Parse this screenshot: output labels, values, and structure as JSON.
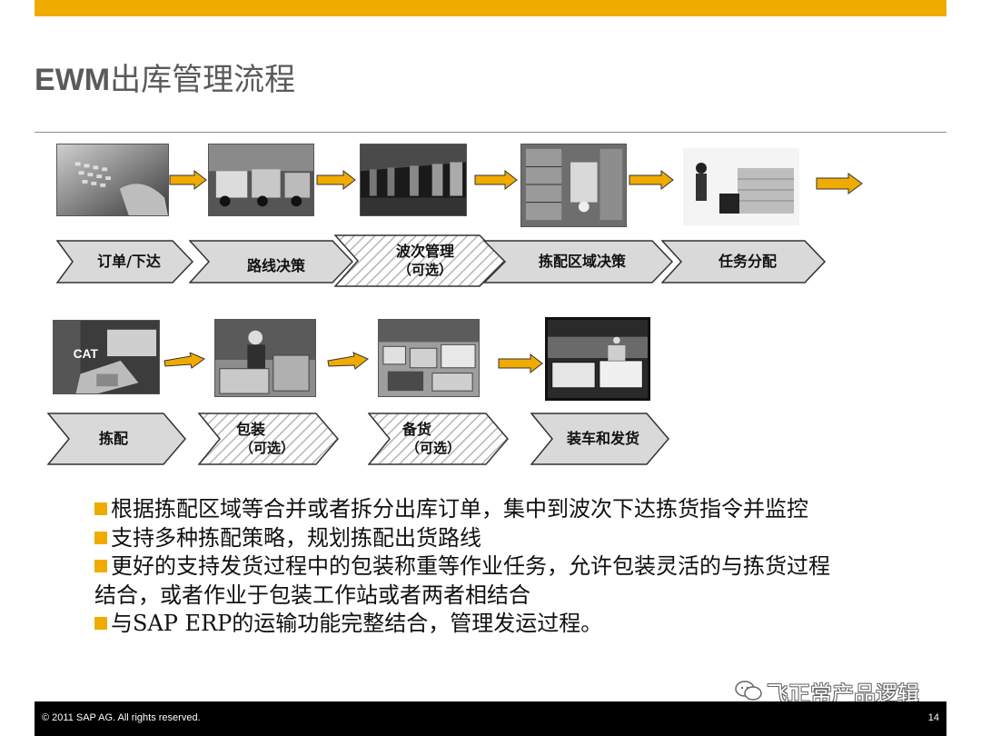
{
  "title": {
    "en": "EWM",
    "zh": "出库管理流程"
  },
  "row1_steps": [
    {
      "label": "订单/下达",
      "sub": "",
      "optional": false
    },
    {
      "label": "路线决策",
      "sub": "",
      "optional": false
    },
    {
      "label": "波次管理",
      "sub": "（可选）",
      "optional": true
    },
    {
      "label": "拣配区域决策",
      "sub": "",
      "optional": false
    },
    {
      "label": "任务分配",
      "sub": "",
      "optional": false
    }
  ],
  "row2_steps": [
    {
      "label": "拣配",
      "sub": "",
      "optional": false
    },
    {
      "label": "包装",
      "sub": "（可选）",
      "optional": true
    },
    {
      "label": "备货",
      "sub": "（可选）",
      "optional": true
    },
    {
      "label": "装车和发货",
      "sub": "",
      "optional": false
    }
  ],
  "bullets": [
    "根据拣配区域等合并或者拆分出库订单，集中到波次下达拣货指令并监控",
    "支持多种拣配策略，规划拣配出货路线",
    "更好的支持发货过程中的包装称重等作业任务，允许包装灵活的与拣货过程结合，或者作业于包装工作站或者两者相结合",
    "与SAP ERP的运输功能完整结合，管理发运过程。"
  ],
  "watermark": "飞正常产品逻辑",
  "footer": {
    "copyright": "© 2011 SAP AG. All rights reserved.",
    "page": "14"
  },
  "colors": {
    "accent": "#f0ab00",
    "footer": "#000000",
    "step_fill": "#d9d9d9"
  },
  "icons": [
    "arrow-right-icon",
    "wechat-icon"
  ]
}
